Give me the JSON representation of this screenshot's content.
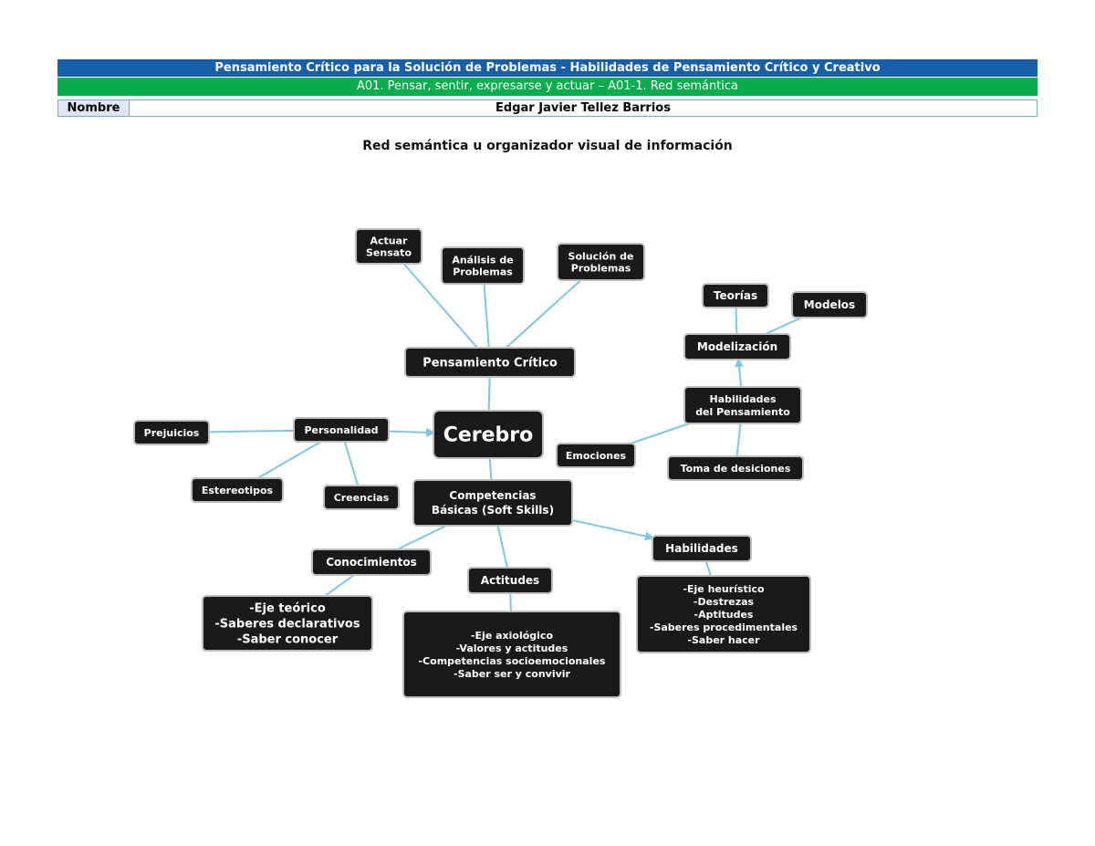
{
  "header": {
    "title": "Pensamiento Crítico para la Solución de Problemas - Habilidades de Pensamiento Crítico y Creativo",
    "subtitle": "A01. Pensar, sentir, expresarse y actuar – A01-1. Red semántica",
    "name_label": "Nombre",
    "name_value": "Edgar Javier Tellez Barrios"
  },
  "section_heading": "Red semántica u organizador visual de información",
  "colors": {
    "title_bar": "#1560a9",
    "subtitle_bar": "#0aad4d",
    "node_fill": "#1a1a1a",
    "link": "#7cc6e8"
  },
  "nodes": [
    {
      "id": "cerebro",
      "lines": [
        "Cerebro"
      ]
    },
    {
      "id": "pensamiento",
      "lines": [
        "Pensamiento Crítico"
      ]
    },
    {
      "id": "actuar",
      "lines": [
        "Actuar",
        "Sensato"
      ]
    },
    {
      "id": "analisis",
      "lines": [
        "Análisis de",
        "Problemas"
      ]
    },
    {
      "id": "solucion",
      "lines": [
        "Solución de",
        "Problemas"
      ]
    },
    {
      "id": "personalidad",
      "lines": [
        "Personalidad"
      ]
    },
    {
      "id": "prejuicios",
      "lines": [
        "Prejuicios"
      ]
    },
    {
      "id": "estereotipos",
      "lines": [
        "Estereotipos"
      ]
    },
    {
      "id": "creencias",
      "lines": [
        "Creencias"
      ]
    },
    {
      "id": "emociones",
      "lines": [
        "Emociones"
      ]
    },
    {
      "id": "habilidades_pens",
      "lines": [
        "Habilidades",
        "del Pensamiento"
      ]
    },
    {
      "id": "modelizacion",
      "lines": [
        "Modelización"
      ]
    },
    {
      "id": "teorias",
      "lines": [
        "Teorías"
      ]
    },
    {
      "id": "modelos",
      "lines": [
        "Modelos"
      ]
    },
    {
      "id": "toma",
      "lines": [
        "Toma de desiciones"
      ]
    },
    {
      "id": "competencias",
      "lines": [
        "Competencias",
        "Básicas (Soft Skills)"
      ]
    },
    {
      "id": "conocimientos",
      "lines": [
        "Conocimientos"
      ]
    },
    {
      "id": "actitudes",
      "lines": [
        "Actitudes"
      ]
    },
    {
      "id": "habilidades",
      "lines": [
        "Habilidades"
      ]
    },
    {
      "id": "conoc_detail",
      "lines": [
        "-Eje teórico",
        "-Saberes declarativos",
        "-Saber conocer"
      ]
    },
    {
      "id": "actit_detail",
      "lines": [
        "-Eje axiológico",
        "-Valores y actitudes",
        "-Competencias socioemocionales",
        "-Saber ser y convivir"
      ]
    },
    {
      "id": "habil_detail",
      "lines": [
        "-Eje heurístico",
        "-Destrezas",
        "-Aptitudes",
        "-Saberes procedimentales",
        "-Saber hacer"
      ]
    }
  ],
  "links": [
    {
      "from": "pensamiento",
      "to": "actuar"
    },
    {
      "from": "pensamiento",
      "to": "analisis"
    },
    {
      "from": "pensamiento",
      "to": "solucion"
    },
    {
      "from": "cerebro",
      "to": "pensamiento"
    },
    {
      "from": "personalidad",
      "to": "cerebro",
      "arrow": true
    },
    {
      "from": "personalidad",
      "to": "prejuicios"
    },
    {
      "from": "personalidad",
      "to": "estereotipos"
    },
    {
      "from": "personalidad",
      "to": "creencias"
    },
    {
      "from": "emociones",
      "to": "habilidades_pens"
    },
    {
      "from": "habilidades_pens",
      "to": "modelizacion",
      "arrow": true
    },
    {
      "from": "modelizacion",
      "to": "teorias"
    },
    {
      "from": "modelizacion",
      "to": "modelos"
    },
    {
      "from": "habilidades_pens",
      "to": "toma"
    },
    {
      "from": "cerebro",
      "to": "competencias"
    },
    {
      "from": "competencias",
      "to": "conocimientos"
    },
    {
      "from": "competencias",
      "to": "actitudes"
    },
    {
      "from": "competencias",
      "to": "habilidades",
      "arrow": true
    },
    {
      "from": "conocimientos",
      "to": "conoc_detail"
    },
    {
      "from": "actitudes",
      "to": "actit_detail"
    },
    {
      "from": "habilidades",
      "to": "habil_detail"
    }
  ]
}
